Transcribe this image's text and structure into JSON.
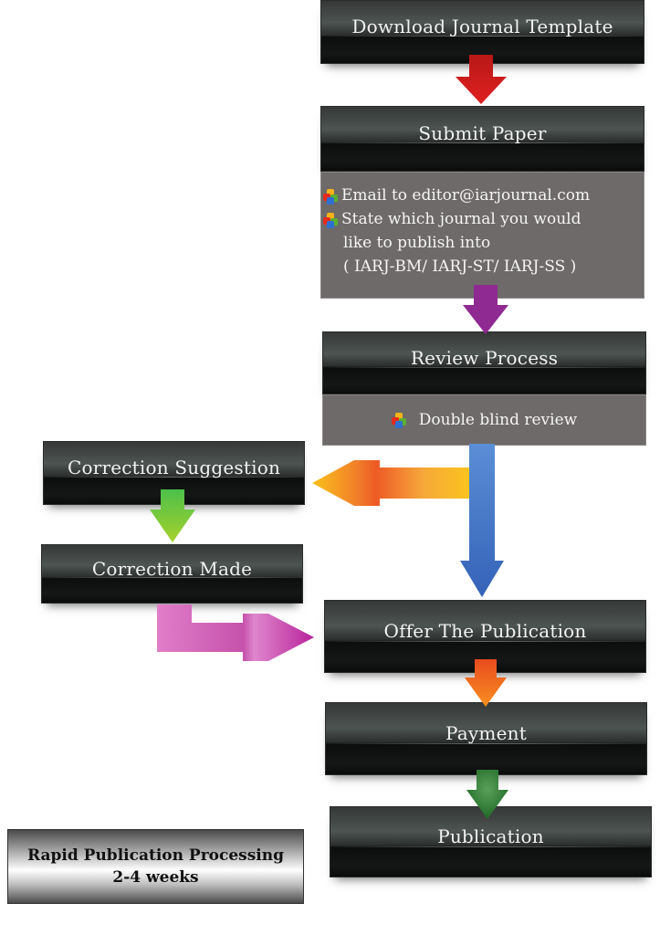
{
  "flowchart": {
    "steps": {
      "download": {
        "label": "Download Journal Template"
      },
      "submit": {
        "label": "Submit Paper",
        "details": [
          "Email to editor@iarjournal.com",
          "State which journal you would",
          "like to publish into",
          "( IARJ-BM/ IARJ-ST/ IARJ-SS )"
        ]
      },
      "review": {
        "label": "Review Process",
        "details": [
          "Double blind review"
        ]
      },
      "correction_suggestion": {
        "label": "Correction Suggestion"
      },
      "correction_made": {
        "label": "Correction Made"
      },
      "offer": {
        "label": "Offer The Publication"
      },
      "payment": {
        "label": "Payment"
      },
      "publication": {
        "label": "Publication"
      }
    },
    "arrows": [
      {
        "from": "download",
        "to": "submit",
        "color": "#d62020"
      },
      {
        "from": "submit",
        "to": "review",
        "color": "#8e2a92"
      },
      {
        "from": "review",
        "to": "correction_suggestion",
        "color": "#f6a21d"
      },
      {
        "from": "review",
        "to": "offer",
        "color": "#3f6fc4"
      },
      {
        "from": "correction_suggestion",
        "to": "correction_made",
        "color": "#6ec23a"
      },
      {
        "from": "correction_made",
        "to": "offer",
        "color": "#c85bb5"
      },
      {
        "from": "offer",
        "to": "payment",
        "color": "#f06a1c"
      },
      {
        "from": "payment",
        "to": "publication",
        "color": "#2f7a34"
      }
    ]
  },
  "badge": {
    "line1": "Rapid Publication Processing",
    "line2": "2-4 weeks"
  }
}
